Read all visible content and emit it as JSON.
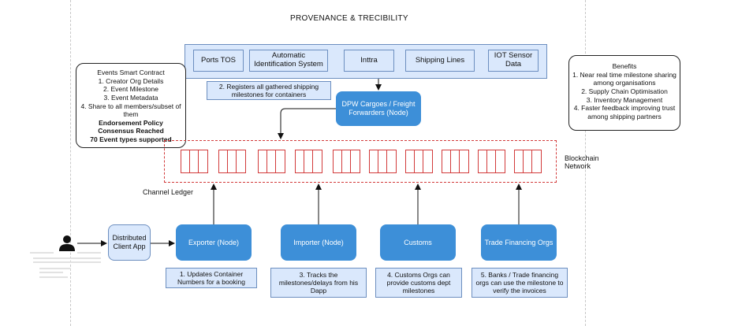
{
  "title": "PROVENANCE & TRECIBILITY",
  "sources": [
    "Ports TOS",
    "Automatic Identification System",
    "Inttra",
    "Shipping Lines",
    "IOT Sensor Data"
  ],
  "register_note": "2. Registers all gathered shipping milestones for containers",
  "dpw_node": "DPW Cargoes / Freight Forwarders (Node)",
  "smart_contract": {
    "lines": [
      "Events Smart Contract",
      "1. Creator Org Details",
      "2. Event Milestone",
      "3. Event Metadata",
      "4. Share to all members/subset of them"
    ],
    "bold_lines": [
      "Endorsement Policy",
      "Consensus Reached",
      "70 Event types supported"
    ]
  },
  "benefits": {
    "title": "Benefits",
    "items": [
      "1. Near real time milestone sharing among organisations",
      "2. Supply Chain Optimisation",
      "3. Inventory Management",
      "4. Faster feedback improving trust among shipping partners"
    ]
  },
  "blockchain_label": "Blockchain Network",
  "channel_label": "Channel Ledger",
  "client_app": "Distributed Client App",
  "nodes": {
    "exporter": "Exporter (Node)",
    "importer": "Importer (Node)",
    "customs": "Customs",
    "trade": "Trade Financing Orgs"
  },
  "notes": {
    "exporter": "1. Updates Container Numbers for a booking",
    "importer": "3. Tracks the milestones/delays from his Dapp",
    "customs": "4. Customs Orgs can provide customs dept milestones",
    "trade": "5. Banks / Trade financing orgs can use the milestone to verify the invoices"
  },
  "colors": {
    "node": "#3d8fd8",
    "light": "#dae8fc",
    "light_border": "#6c8ebf",
    "ledger": "#d23a3a"
  },
  "icons": {
    "user": "person-icon"
  }
}
